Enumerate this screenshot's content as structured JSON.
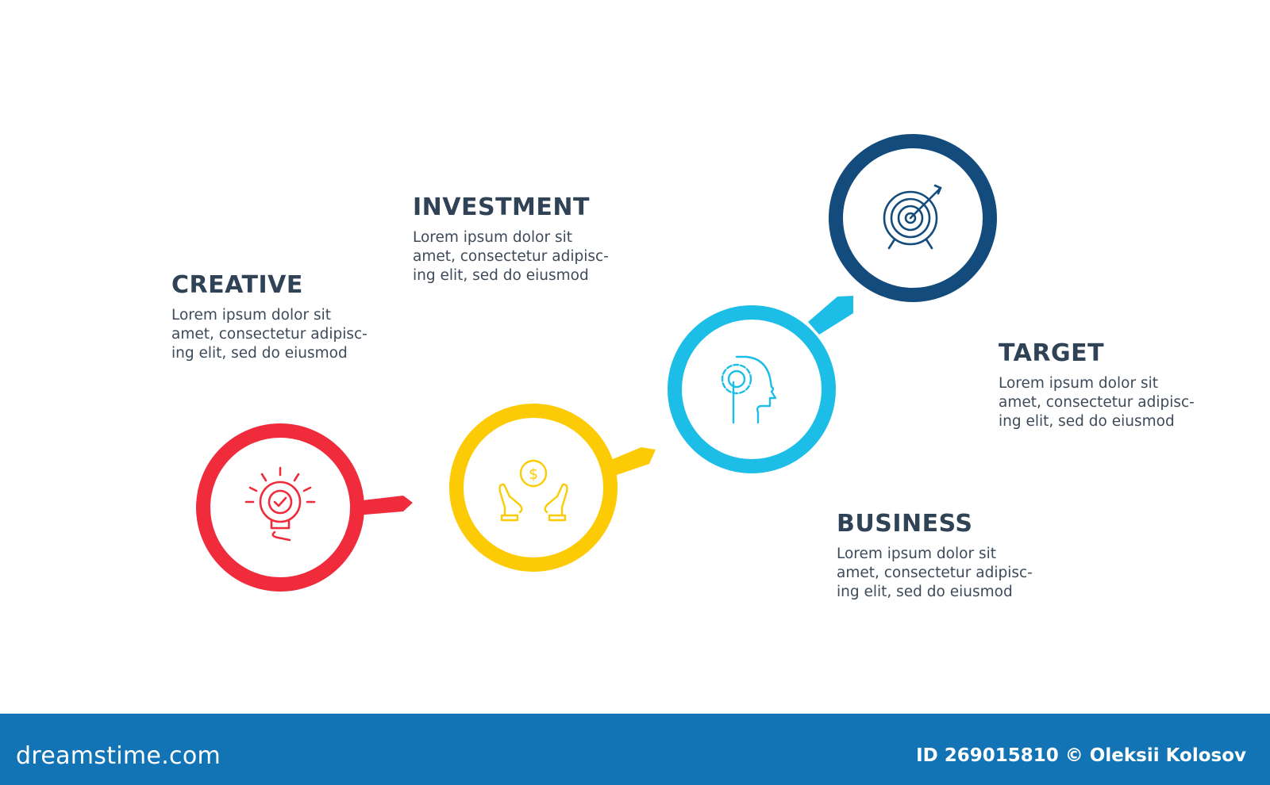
{
  "colors": {
    "creative": "#ef2b3c",
    "investment": "#fccb05",
    "business": "#1cbde6",
    "target": "#134c7c",
    "title_text": "#2f4256",
    "body_text": "#3d4a59",
    "footer_bg": "#1274b5"
  },
  "steps": [
    {
      "title": "CREATIVE",
      "lines": [
        "Lorem ipsum dolor sit",
        "amet, consectetur adipisc-",
        "ing elit, sed do eiusmod"
      ],
      "icon": "lightbulb-check-icon",
      "color": "#ef2b3c"
    },
    {
      "title": "INVESTMENT",
      "lines": [
        "Lorem ipsum dolor sit",
        "amet, consectetur adipisc-",
        "ing elit, sed do eiusmod"
      ],
      "icon": "hands-dollar-coin-icon",
      "color": "#fccb05"
    },
    {
      "title": "BUSINESS",
      "lines": [
        "Lorem ipsum dolor sit",
        "amet, consectetur adipisc-",
        "ing elit, sed do eiusmod"
      ],
      "icon": "head-gear-icon",
      "color": "#1cbde6"
    },
    {
      "title": "TARGET",
      "lines": [
        "Lorem ipsum dolor sit",
        "amet, consectetur adipisc-",
        "ing elit, sed do eiusmod"
      ],
      "icon": "target-arrow-icon",
      "color": "#134c7c"
    }
  ],
  "footer": {
    "logo": "dreamstime.com",
    "credit": "ID 269015810 © Oleksii Kolosov"
  }
}
